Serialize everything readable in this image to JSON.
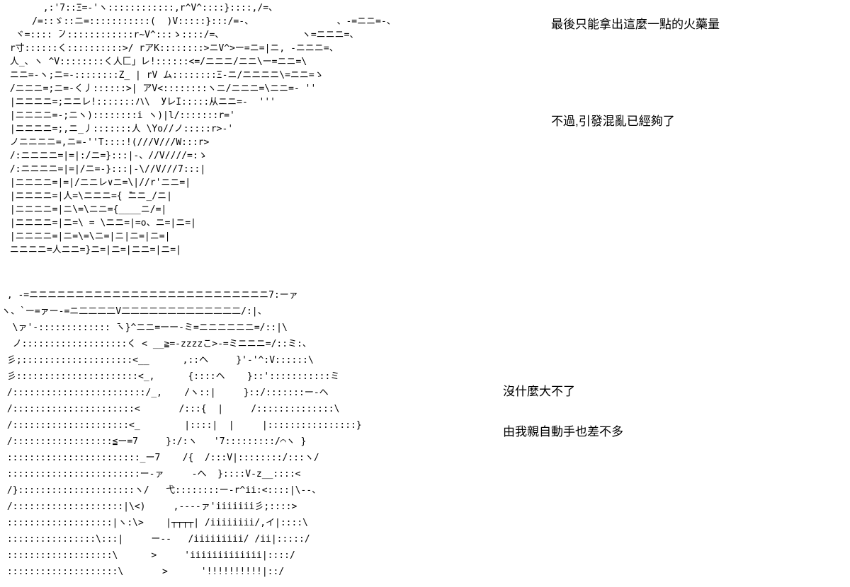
{
  "colors": {
    "background": "#ffffff",
    "text": "#000000"
  },
  "dialogue": [
    "最後只能拿出這麼一點的火藥量",
    "不過,引發混亂已經夠了",
    "沒什麼大不了",
    "由我親自動手也差不多"
  ],
  "aa_top": [
    "       ,:'7::Ξ=-'ヽ::::::::::::,r^V^::::}::::,/=、",
    "     /=::ゞ::ニ=:::::::::::(  )V:::::}:::/=-、               、-=ニニ=-、",
    "  ヾ=:::: ̄ノ::::::::::::r~V^:::ゝ::::/=、              ヽ=ニニニ=、",
    " r寸::::::く::::::::::>/ rアK::::::::>ニV^>ー=ニ=|ニ, -ニニニ=、",
    " 人_、ヽ ^V::::::::く人匚」レ!::::::<=/ニニニ/ニニ\\ー=ニニ=\\",
    " ニニ=-ヽ;ニ=-::::::::Z_ | rV ム::::::::Ξ-ニ/ニニニニ\\=ニニ=ゝ",
    " /ニニニ=;ニ=-く丿::::::>| アV<::::::::ヽニ/ニニニ=\\ニニ=- ''",
    " |ニニニニ=;ニニレ!:::::::ハ\\  УレI:::::从ニニ=-  '''",
    " |ニニニニ=-;ニヽ)::::::::i ヽ)|l/:::::::r='",
    " |ニニニニ=;,ニ_丿:::::::人 \\Yo//ノ:::::r>-'",
    " ノニニニニ=,ニ=-''T::::!(///V///W:::r>",
    " /:ニニニニ=|=|:/ニ=}:::|-、//V////=:ゝ",
    " /:ニニニニ=|=|/ニ=-}:::|-\\//V///7:::|",
    " |ニニニニ=|=|/ニニレ∨ニ=\\|//r'ニニ=|",
    " |ニニニニ=|人=\\ニニニ={ ̄ニニ_/ニ|",
    " |ニニニニ=|ニ\\=\\ニニ={____ニ/=|",
    " |ニニニニ=|ニ=\\ = \\ニニ=|=o、ニ=|ニ=|",
    " |ニニニニ=|ニ=\\=\\ニ=|ニ|ニ=|ニ=|",
    " ニニニニ=人ニニ=}ニ=|ニ=|ニニ=|ニ=|"
  ],
  "aa_bottom": [
    " , -=ニニニニニニニニニニニニニニニニニニニニニニニニニニ7:ーァ",
    "ヽ、`ー=ァー-=ニ二二二二V二二二二二二二二二二二二二/:|、",
    "  \\ァ'-::::::::::::: ̄ヽ}^ニニ=ーー-ミ=ニニニニニニ=/::|\\",
    "  ノ:::::::::::::::::::く < __≧=-zzzzこ>-=ミニニニ=/::ミ:、",
    " 彡;::::::::::::::::::::<__      ,::ヘ     }'-'^:V::::::\\",
    " 彡::::::::::::::::::::::<_,      {::::ヘ    }::':::::::::::ミ",
    " /::::::::::::::::::::::::/_,    /ヽ::|     }::/:::::::ー-ヘ",
    " /::::::::::::::::::::::<       /:::{  |     /::::::::::::::\\",
    " /:::::::::::::::::::::<_        |::::|  |     |::::::::::::::::}",
    " /::::::::::::::::::≦ー=7     }:/:ヽ   '7:::::::::/⌒ヽ }",
    " ::::::::::::::::::::::::_ー7    /{  /:::V|::::::::/:::ヽ/",
    " ::::::::::::::::::::::::ー-ァ     -ヘ  }::::V-z__::::<",
    " /}:::::::::::::::::::::ヽ/   弋::::::::ー-r^ii:<::::|\\--、",
    " /::::::::::::::::::::|\\<)     ,----ァ'iiiiiii彡;::::>",
    " :::::::::::::::::::|ヽ:\\>    |┬┬┬┬| /iiiiiiii/,イ|::::\\",
    " ::::::::::::::::\\:::|     ー--   /iiiiiiiii/ /ii|:::::/",
    " :::::::::::::::::::\\      >     'iiiiiiiiiiiii|::::/",
    " ::::::::::::::::::::\\       >      '!!!!!!!!!!|::/"
  ]
}
